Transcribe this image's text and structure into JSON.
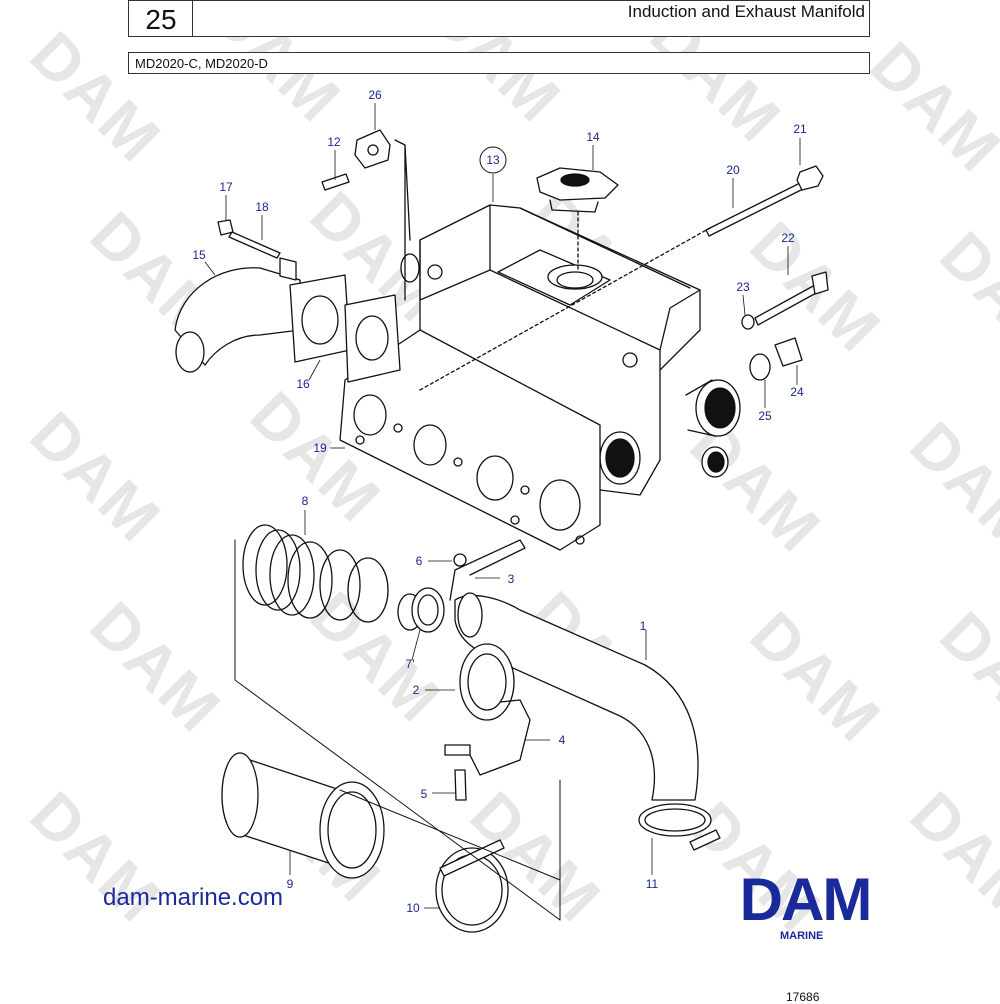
{
  "header": {
    "page_number": "25",
    "title": "Induction and Exhaust Manifold",
    "models": "MD2020-C, MD2020-D"
  },
  "watermark": {
    "text": "DAM"
  },
  "parts": [
    {
      "id": "1",
      "label": "1"
    },
    {
      "id": "2",
      "label": "2"
    },
    {
      "id": "3",
      "label": "3"
    },
    {
      "id": "4",
      "label": "4"
    },
    {
      "id": "5",
      "label": "5"
    },
    {
      "id": "6",
      "label": "6"
    },
    {
      "id": "7",
      "label": "7'"
    },
    {
      "id": "8",
      "label": "8"
    },
    {
      "id": "9",
      "label": "9"
    },
    {
      "id": "10",
      "label": "10"
    },
    {
      "id": "11",
      "label": "11"
    },
    {
      "id": "12",
      "label": "12"
    },
    {
      "id": "13",
      "label": "13"
    },
    {
      "id": "14",
      "label": "14"
    },
    {
      "id": "15",
      "label": "15"
    },
    {
      "id": "16",
      "label": "16"
    },
    {
      "id": "17",
      "label": "17"
    },
    {
      "id": "18",
      "label": "18"
    },
    {
      "id": "19",
      "label": "19"
    },
    {
      "id": "20",
      "label": "20"
    },
    {
      "id": "21",
      "label": "21"
    },
    {
      "id": "22",
      "label": "22"
    },
    {
      "id": "23",
      "label": "23"
    },
    {
      "id": "24",
      "label": "24"
    },
    {
      "id": "25",
      "label": "25"
    },
    {
      "id": "26",
      "label": "26"
    }
  ],
  "footer": {
    "website": "dam-marine.com",
    "brand": "DAM",
    "brand_sub": "MARINE",
    "figure_number": "17686"
  },
  "colors": {
    "brand_blue": "#1a2a9a",
    "line": "#111111",
    "watermark": "#e6e6e6"
  }
}
